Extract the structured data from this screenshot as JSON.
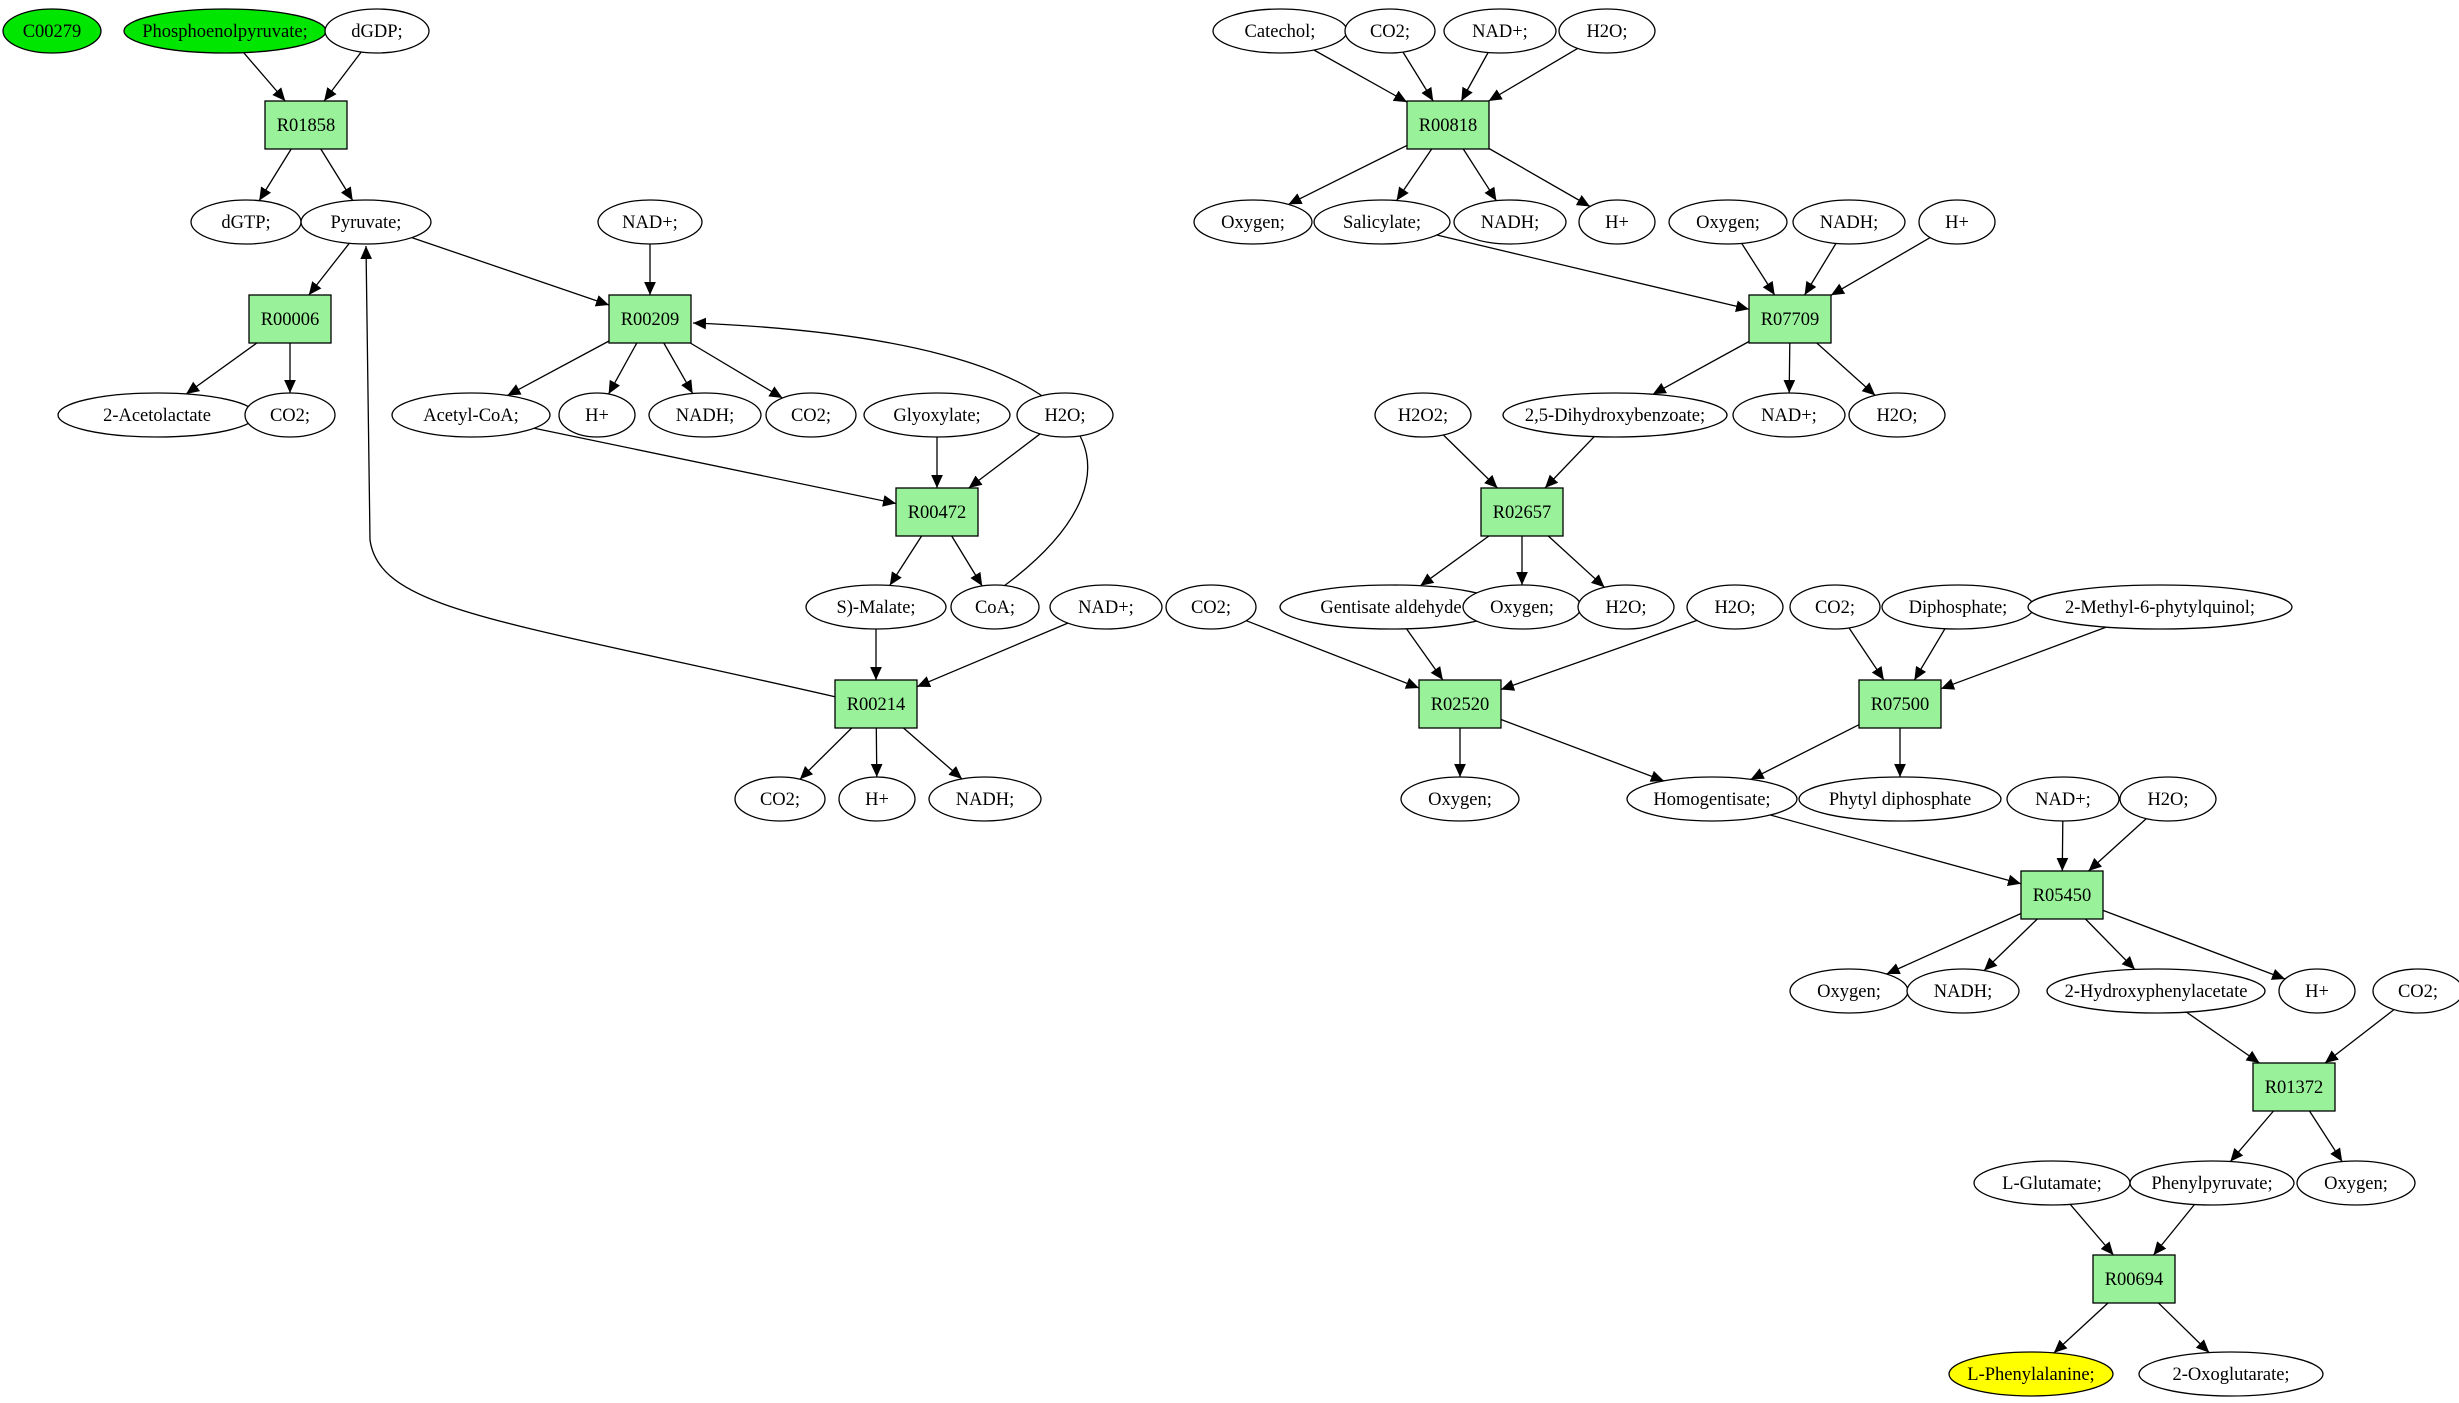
{
  "colors": {
    "reaction_fill": "#99f299",
    "compound_fill": "#ffffff",
    "source_fill": "#00e600",
    "target_fill": "#ffff00",
    "stroke": "#000000"
  },
  "diagram": {
    "reactions": [
      {
        "id": "r01858",
        "label": "R01858"
      },
      {
        "id": "r00006",
        "label": "R00006"
      },
      {
        "id": "r00209",
        "label": "R00209"
      },
      {
        "id": "r00472",
        "label": "R00472"
      },
      {
        "id": "r00214",
        "label": "R00214"
      },
      {
        "id": "r00818",
        "label": "R00818"
      },
      {
        "id": "r07709",
        "label": "R07709"
      },
      {
        "id": "r02657",
        "label": "R02657"
      },
      {
        "id": "r02520",
        "label": "R02520"
      },
      {
        "id": "r07500",
        "label": "R07500"
      },
      {
        "id": "r05450",
        "label": "R05450"
      },
      {
        "id": "r01372",
        "label": "R01372"
      },
      {
        "id": "r00694",
        "label": "R00694"
      }
    ],
    "compounds": [
      {
        "id": "c00279",
        "label": "C00279",
        "kind": "source"
      },
      {
        "id": "pep",
        "label": "Phosphoenolpyruvate;",
        "kind": "source"
      },
      {
        "id": "dgdp",
        "label": "dGDP;"
      },
      {
        "id": "dgtp",
        "label": "dGTP;"
      },
      {
        "id": "pyruvate",
        "label": "Pyruvate;"
      },
      {
        "id": "nad_a",
        "label": "NAD+;"
      },
      {
        "id": "acetolactate",
        "label": "2-Acetolactate"
      },
      {
        "id": "co2_a",
        "label": "CO2;"
      },
      {
        "id": "acetylcoa",
        "label": "Acetyl-CoA;"
      },
      {
        "id": "hplus_a",
        "label": "H+"
      },
      {
        "id": "nadh_a",
        "label": "NADH;"
      },
      {
        "id": "co2_b",
        "label": "CO2;"
      },
      {
        "id": "glyoxylate",
        "label": "Glyoxylate;"
      },
      {
        "id": "h2o_a",
        "label": "H2O;"
      },
      {
        "id": "malate",
        "label": "S)-Malate;"
      },
      {
        "id": "coa",
        "label": "CoA;"
      },
      {
        "id": "nad_b",
        "label": "NAD+;"
      },
      {
        "id": "co2_c",
        "label": "CO2;"
      },
      {
        "id": "hplus_b",
        "label": "H+"
      },
      {
        "id": "nadh_b",
        "label": "NADH;"
      },
      {
        "id": "catechol",
        "label": "Catechol;"
      },
      {
        "id": "co2_d",
        "label": "CO2;"
      },
      {
        "id": "nad_c",
        "label": "NAD+;"
      },
      {
        "id": "h2o_b",
        "label": "H2O;"
      },
      {
        "id": "oxygen_a",
        "label": "Oxygen;"
      },
      {
        "id": "salicylate",
        "label": "Salicylate;"
      },
      {
        "id": "nadh_c",
        "label": "NADH;"
      },
      {
        "id": "hplus_c",
        "label": "H+"
      },
      {
        "id": "oxygen_b",
        "label": "Oxygen;"
      },
      {
        "id": "nadh_d",
        "label": "NADH;"
      },
      {
        "id": "hplus_d",
        "label": "H+"
      },
      {
        "id": "h2o2",
        "label": "H2O2;"
      },
      {
        "id": "dhb",
        "label": "2,5-Dihydroxybenzoate;"
      },
      {
        "id": "nad_d",
        "label": "NAD+;"
      },
      {
        "id": "h2o_c",
        "label": "H2O;"
      },
      {
        "id": "co2_e",
        "label": "CO2;"
      },
      {
        "id": "gentisald",
        "label": "Gentisate aldehyde"
      },
      {
        "id": "oxygen_c",
        "label": "Oxygen;"
      },
      {
        "id": "h2o_d",
        "label": "H2O;"
      },
      {
        "id": "h2o_e",
        "label": "H2O;"
      },
      {
        "id": "co2_f",
        "label": "CO2;"
      },
      {
        "id": "diphosphate",
        "label": "Diphosphate;"
      },
      {
        "id": "mpq",
        "label": "2-Methyl-6-phytylquinol;"
      },
      {
        "id": "oxygen_d",
        "label": "Oxygen;"
      },
      {
        "id": "homogentisate",
        "label": "Homogentisate;"
      },
      {
        "id": "phytyldp",
        "label": "Phytyl diphosphate"
      },
      {
        "id": "nad_e",
        "label": "NAD+;"
      },
      {
        "id": "h2o_f",
        "label": "H2O;"
      },
      {
        "id": "oxygen_e",
        "label": "Oxygen;"
      },
      {
        "id": "nadh_e",
        "label": "NADH;"
      },
      {
        "id": "hpa",
        "label": "2-Hydroxyphenylacetate"
      },
      {
        "id": "hplus_e",
        "label": "H+"
      },
      {
        "id": "co2_g",
        "label": "CO2;"
      },
      {
        "id": "glutamate",
        "label": "L-Glutamate;"
      },
      {
        "id": "phenylpyruvate",
        "label": "Phenylpyruvate;"
      },
      {
        "id": "oxygen_f",
        "label": "Oxygen;"
      },
      {
        "id": "phe",
        "label": "L-Phenylalanine;",
        "kind": "target"
      },
      {
        "id": "oxoglutarate",
        "label": "2-Oxoglutarate;"
      }
    ],
    "edges": [
      [
        "pep",
        "r01858"
      ],
      [
        "dgdp",
        "r01858"
      ],
      [
        "r01858",
        "dgtp"
      ],
      [
        "r01858",
        "pyruvate"
      ],
      [
        "pyruvate",
        "r00006"
      ],
      [
        "r00006",
        "acetolactate"
      ],
      [
        "r00006",
        "co2_a"
      ],
      [
        "pyruvate",
        "r00209"
      ],
      [
        "nad_a",
        "r00209"
      ],
      [
        "coa",
        "r00209"
      ],
      [
        "r00209",
        "acetylcoa"
      ],
      [
        "r00209",
        "hplus_a"
      ],
      [
        "r00209",
        "nadh_a"
      ],
      [
        "r00209",
        "co2_b"
      ],
      [
        "acetylcoa",
        "r00472"
      ],
      [
        "glyoxylate",
        "r00472"
      ],
      [
        "h2o_a",
        "r00472"
      ],
      [
        "r00472",
        "malate"
      ],
      [
        "r00472",
        "coa"
      ],
      [
        "malate",
        "r00214"
      ],
      [
        "nad_b",
        "r00214"
      ],
      [
        "r00214",
        "pyruvate"
      ],
      [
        "r00214",
        "co2_c"
      ],
      [
        "r00214",
        "hplus_b"
      ],
      [
        "r00214",
        "nadh_b"
      ],
      [
        "catechol",
        "r00818"
      ],
      [
        "co2_d",
        "r00818"
      ],
      [
        "nad_c",
        "r00818"
      ],
      [
        "h2o_b",
        "r00818"
      ],
      [
        "r00818",
        "oxygen_a"
      ],
      [
        "r00818",
        "salicylate"
      ],
      [
        "r00818",
        "nadh_c"
      ],
      [
        "r00818",
        "hplus_c"
      ],
      [
        "salicylate",
        "r07709"
      ],
      [
        "oxygen_b",
        "r07709"
      ],
      [
        "nadh_d",
        "r07709"
      ],
      [
        "hplus_d",
        "r07709"
      ],
      [
        "r07709",
        "dhb"
      ],
      [
        "r07709",
        "nad_d"
      ],
      [
        "r07709",
        "h2o_c"
      ],
      [
        "h2o2",
        "r02657"
      ],
      [
        "dhb",
        "r02657"
      ],
      [
        "r02657",
        "gentisald"
      ],
      [
        "r02657",
        "oxygen_c"
      ],
      [
        "r02657",
        "h2o_d"
      ],
      [
        "co2_e",
        "r02520"
      ],
      [
        "gentisald",
        "r02520"
      ],
      [
        "h2o_e",
        "r02520"
      ],
      [
        "r02520",
        "oxygen_d"
      ],
      [
        "r02520",
        "homogentisate"
      ],
      [
        "co2_f",
        "r07500"
      ],
      [
        "diphosphate",
        "r07500"
      ],
      [
        "mpq",
        "r07500"
      ],
      [
        "r07500",
        "homogentisate"
      ],
      [
        "r07500",
        "phytyldp"
      ],
      [
        "homogentisate",
        "r05450"
      ],
      [
        "nad_e",
        "r05450"
      ],
      [
        "h2o_f",
        "r05450"
      ],
      [
        "r05450",
        "oxygen_e"
      ],
      [
        "r05450",
        "nadh_e"
      ],
      [
        "r05450",
        "hpa"
      ],
      [
        "r05450",
        "hplus_e"
      ],
      [
        "hpa",
        "r01372"
      ],
      [
        "co2_g",
        "r01372"
      ],
      [
        "r01372",
        "phenylpyruvate"
      ],
      [
        "r01372",
        "oxygen_f"
      ],
      [
        "glutamate",
        "r00694"
      ],
      [
        "phenylpyruvate",
        "r00694"
      ],
      [
        "r00694",
        "phe"
      ],
      [
        "r00694",
        "oxoglutarate"
      ]
    ]
  }
}
